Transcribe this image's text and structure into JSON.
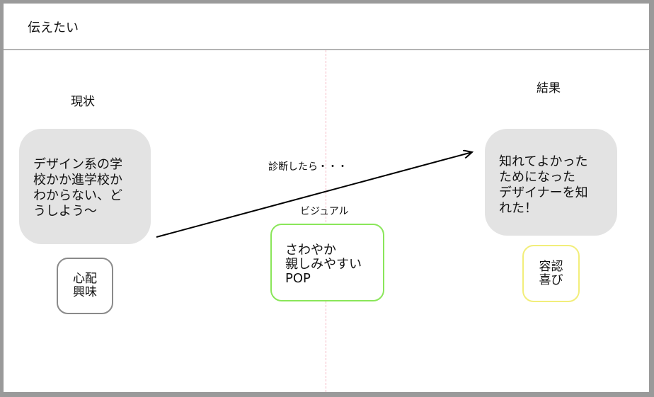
{
  "header": {
    "title": "伝えたい"
  },
  "left": {
    "heading": "現状",
    "bubble_text": "デザイン系の学\n校かか進学校か\nわからない、ど\nうしよう～",
    "tag_text": "心配\n興味",
    "tag_color": "#8a8a8a"
  },
  "center": {
    "arrow_label": "診断したら・・・",
    "visual_label": "ビジュアル",
    "box_text": "さわやか\n親しみやすい\nPOP",
    "box_color": "#8ae65a"
  },
  "right": {
    "heading": "結果",
    "bubble_text": "知れてよかった\nためになった\nデザイナーを知\nれた！",
    "tag_text": "容認\n喜び",
    "tag_color": "#f2ee7a"
  },
  "colors": {
    "frame": "#9a9a9a",
    "bubble_fill": "#e3e3e3",
    "divider": "#f4b6c2",
    "arrow": "#000000"
  }
}
